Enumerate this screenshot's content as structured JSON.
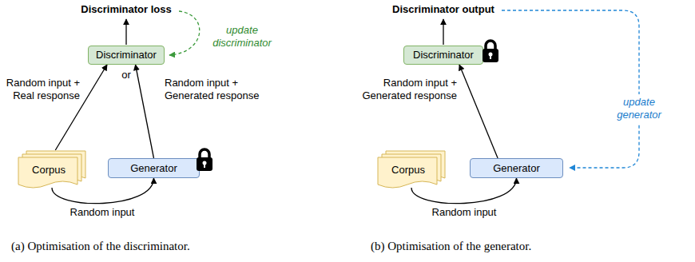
{
  "diagram": {
    "nodes": [
      {
        "text": [
          "Discriminator"
        ]
      },
      {
        "text": [
          "Corpus"
        ]
      },
      {
        "text": [
          "Generator"
        ]
      },
      {
        "text": [
          "Discriminator"
        ]
      },
      {
        "text": [
          "Corpus"
        ]
      },
      {
        "text": [
          "Generator"
        ]
      }
    ],
    "edges": [
      {
        "from": 1,
        "to": 0,
        "arrow": "to",
        "label": "Random input + Real response"
      },
      {
        "from": 2,
        "to": 0,
        "arrow": "to",
        "label": "Random input + Generated response"
      },
      {
        "from": 1,
        "to": 2,
        "arrow": "to",
        "label": "Random input"
      },
      {
        "from": 5,
        "to": 3,
        "arrow": "to",
        "label": "Random input + Generated response"
      },
      {
        "from": 4,
        "to": 5,
        "arrow": "to",
        "label": "Random input"
      }
    ],
    "labels": [
      "Discriminator loss",
      "update discriminator",
      "or",
      "(a) Optimisation of the discriminator.",
      "Discriminator output",
      "update generator",
      "(b) Optimisation of the generator."
    ]
  }
}
